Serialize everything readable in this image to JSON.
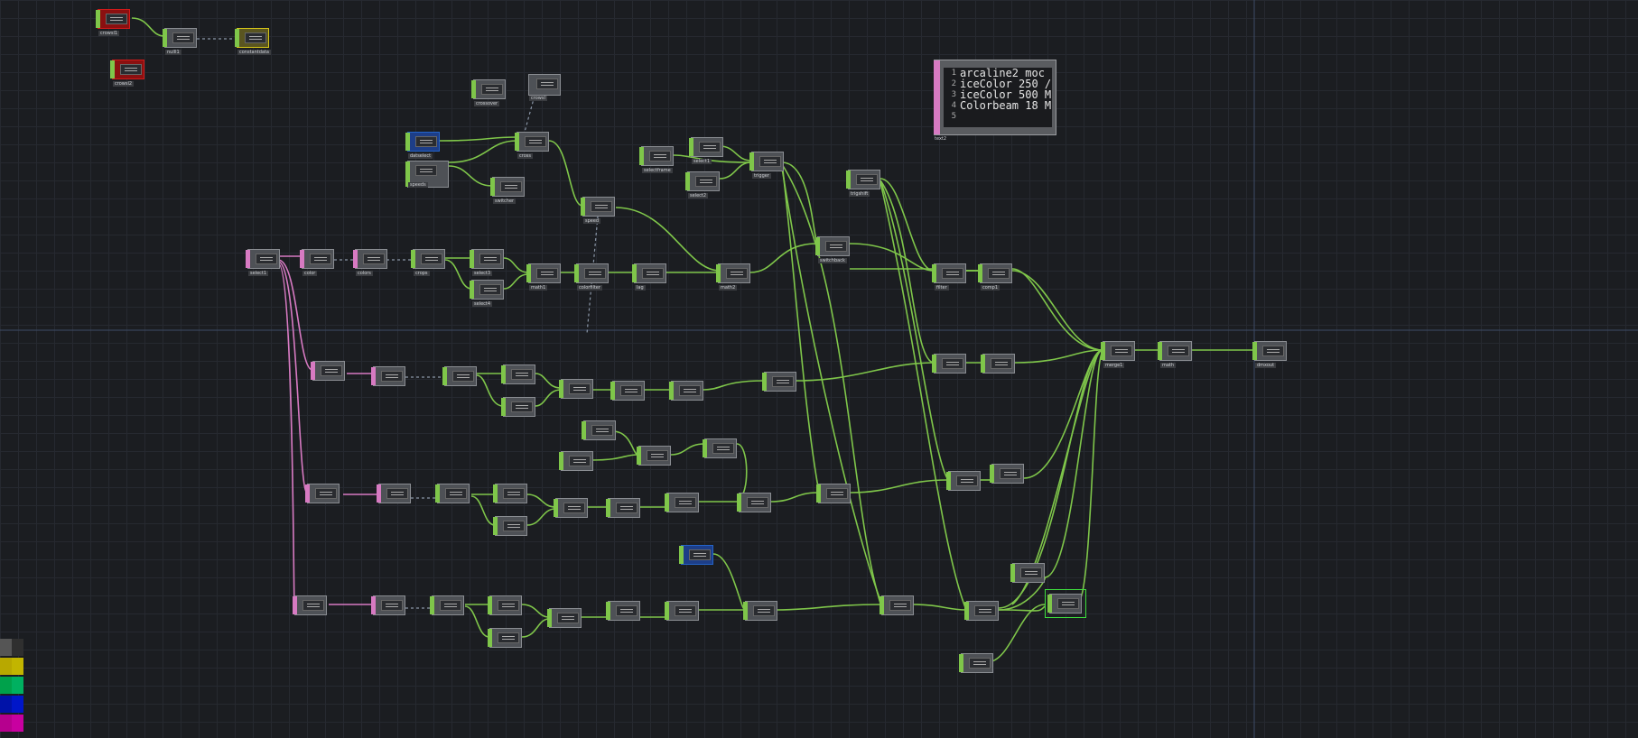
{
  "network": {
    "nodes": [
      {
        "name": "constant1",
        "label": "crowsl1",
        "color": "red"
      },
      {
        "name": "constant2",
        "label": "crowsl2",
        "color": "red"
      },
      {
        "name": "null1",
        "label": "nulll1",
        "color": "green"
      },
      {
        "name": "constant3",
        "label": "constantdata",
        "color": "yellow"
      },
      {
        "name": "crossover",
        "label": "crossover",
        "color": "green"
      },
      {
        "name": "chart1",
        "label": "crowsl",
        "color": "grey"
      },
      {
        "name": "select-blue",
        "label": "datselect",
        "color": "blue"
      },
      {
        "name": "speeds",
        "label": "speeds",
        "color": "green"
      },
      {
        "name": "cross",
        "label": "cross",
        "color": "green"
      },
      {
        "name": "switchrow",
        "label": "switcher",
        "color": "green"
      },
      {
        "name": "speed",
        "label": "speed",
        "color": "green"
      },
      {
        "name": "selectframe",
        "label": "selectframe",
        "color": "green"
      },
      {
        "name": "select1",
        "label": "select1",
        "color": "green"
      },
      {
        "name": "select2",
        "label": "select2",
        "color": "green"
      },
      {
        "name": "trigger",
        "label": "trigger",
        "color": "green"
      },
      {
        "name": "trigshift",
        "label": "trigshift",
        "color": "green"
      },
      {
        "name": "audio-row1-a",
        "label": "select1",
        "color": "pink"
      },
      {
        "name": "audio-row1-b",
        "label": "color",
        "color": "pink"
      },
      {
        "name": "audio-row1-c",
        "label": "colors",
        "color": "pink"
      },
      {
        "name": "filter1",
        "label": "crops",
        "color": "green"
      },
      {
        "name": "select3",
        "label": "select3",
        "color": "green"
      },
      {
        "name": "select4",
        "label": "select4",
        "color": "green"
      },
      {
        "name": "math1",
        "label": "math1",
        "color": "green"
      },
      {
        "name": "colorfilter",
        "label": "colorfilter",
        "color": "green"
      },
      {
        "name": "lag1",
        "label": "lag",
        "color": "green"
      },
      {
        "name": "math2",
        "label": "math2",
        "color": "green"
      },
      {
        "name": "switchback",
        "label": "switchback",
        "color": "green"
      },
      {
        "name": "filter-a",
        "label": "filter",
        "color": "green"
      },
      {
        "name": "comp1",
        "label": "comp1",
        "color": "green"
      },
      {
        "name": "merge1",
        "label": "merge1",
        "color": "green"
      },
      {
        "name": "math3",
        "label": "math",
        "color": "green"
      },
      {
        "name": "out1",
        "label": "dmxout",
        "color": "green"
      }
    ]
  },
  "text_dat": {
    "label": "text2",
    "lines": [
      {
        "n": "1",
        "text": "arcaline2  moc"
      },
      {
        "n": "2",
        "text": "iceColor 250 /"
      },
      {
        "n": "3",
        "text": "iceColor 500 M"
      },
      {
        "n": "4",
        "text": "Colorbeam 18 M"
      },
      {
        "n": "5",
        "text": ""
      }
    ]
  },
  "palette": {
    "colors": [
      "#555555",
      "#2f2f2f",
      "#b8a800",
      "#c2b500",
      "#00a14b",
      "#00b060",
      "#0012a8",
      "#0016c9",
      "#b6008e",
      "#c800a0"
    ]
  }
}
